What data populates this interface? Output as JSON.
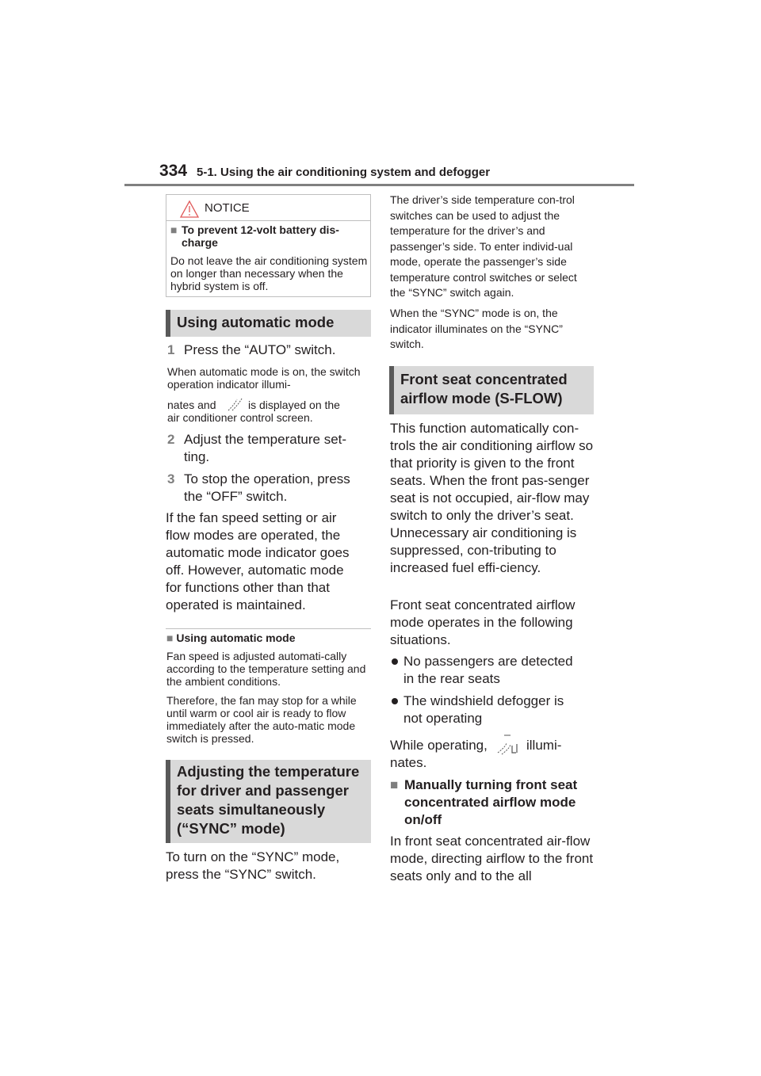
{
  "header": {
    "page_number": "334",
    "section_title": "5-1. Using the air conditioning system and defogger"
  },
  "notice": {
    "title": "NOTICE",
    "subheading": "To prevent 12-volt battery dis-charge",
    "body": "Do not leave the air conditioning system on longer than necessary when the hybrid system is off."
  },
  "auto_mode": {
    "heading": "Using automatic mode",
    "step1_num": "1",
    "step1": "Press the “AUTO” switch.",
    "note_a": "When automatic mode is on, the switch operation indicator illumi-",
    "note_b1": "nates and",
    "note_b2": "is displayed on the",
    "note_c": "air conditioner control screen.",
    "step2_num": "2",
    "step2": "Adjust the temperature set-ting.",
    "step3_num": "3",
    "step3": "To stop the operation, press the “OFF” switch.",
    "para": "If the fan speed setting or air flow modes are operated, the automatic mode indicator goes off. However, automatic mode for functions other than that operated is maintained."
  },
  "auto_info": {
    "subheading": "Using automatic mode",
    "para1": "Fan speed is adjusted automati-cally according to the temperature setting and the ambient conditions.",
    "para2": "Therefore, the fan may stop for a while until warm or cool air is ready to flow immediately after the auto-matic mode switch is pressed."
  },
  "sync": {
    "heading": "Adjusting the temperature for driver and passenger seats simultaneously (“SYNC” mode)",
    "para": "To turn on the “SYNC” mode, press the “SYNC” switch.",
    "right_para1": "The driver’s side temperature con-trol switches can be used to adjust the temperature for the driver’s and passenger’s side. To enter individ-ual mode, operate the passenger’s side temperature control switches or select the “SYNC” switch again.",
    "right_para2": "When the “SYNC” mode is on, the indicator illuminates on the “SYNC” switch."
  },
  "sflow": {
    "heading": "Front seat concentrated airflow mode (S-FLOW)",
    "para1": "This function automatically con-trols the air conditioning airflow so that priority is given to the front seats. When the front pas-senger seat is not occupied, air-flow may switch to only the driver’s seat. Unnecessary air conditioning is suppressed, con-tributing to increased fuel effi-ciency.",
    "para2": "Front seat concentrated airflow mode operates in the following situations.",
    "bullet1": "No passengers are detected in the rear seats",
    "bullet2": "The windshield defogger is not operating",
    "operating_a": "While operating,",
    "operating_b": "illumi-",
    "operating_c": "nates.",
    "subheading": "Manually turning front seat concentrated airflow mode on/off",
    "para3": "In front seat concentrated air-flow mode, directing airflow to the front seats only and to the all"
  },
  "icons": {
    "warning": "warning-triangle-icon",
    "auto_airflow": "auto-airflow-icon",
    "sflow_indicator": "s-flow-indicator-icon",
    "square_bullet": "■"
  },
  "colors": {
    "heading_bg": "#d9d9d9",
    "heading_bar": "#595959",
    "step_number": "#7f7f7f",
    "warning": "#e05a5a"
  }
}
